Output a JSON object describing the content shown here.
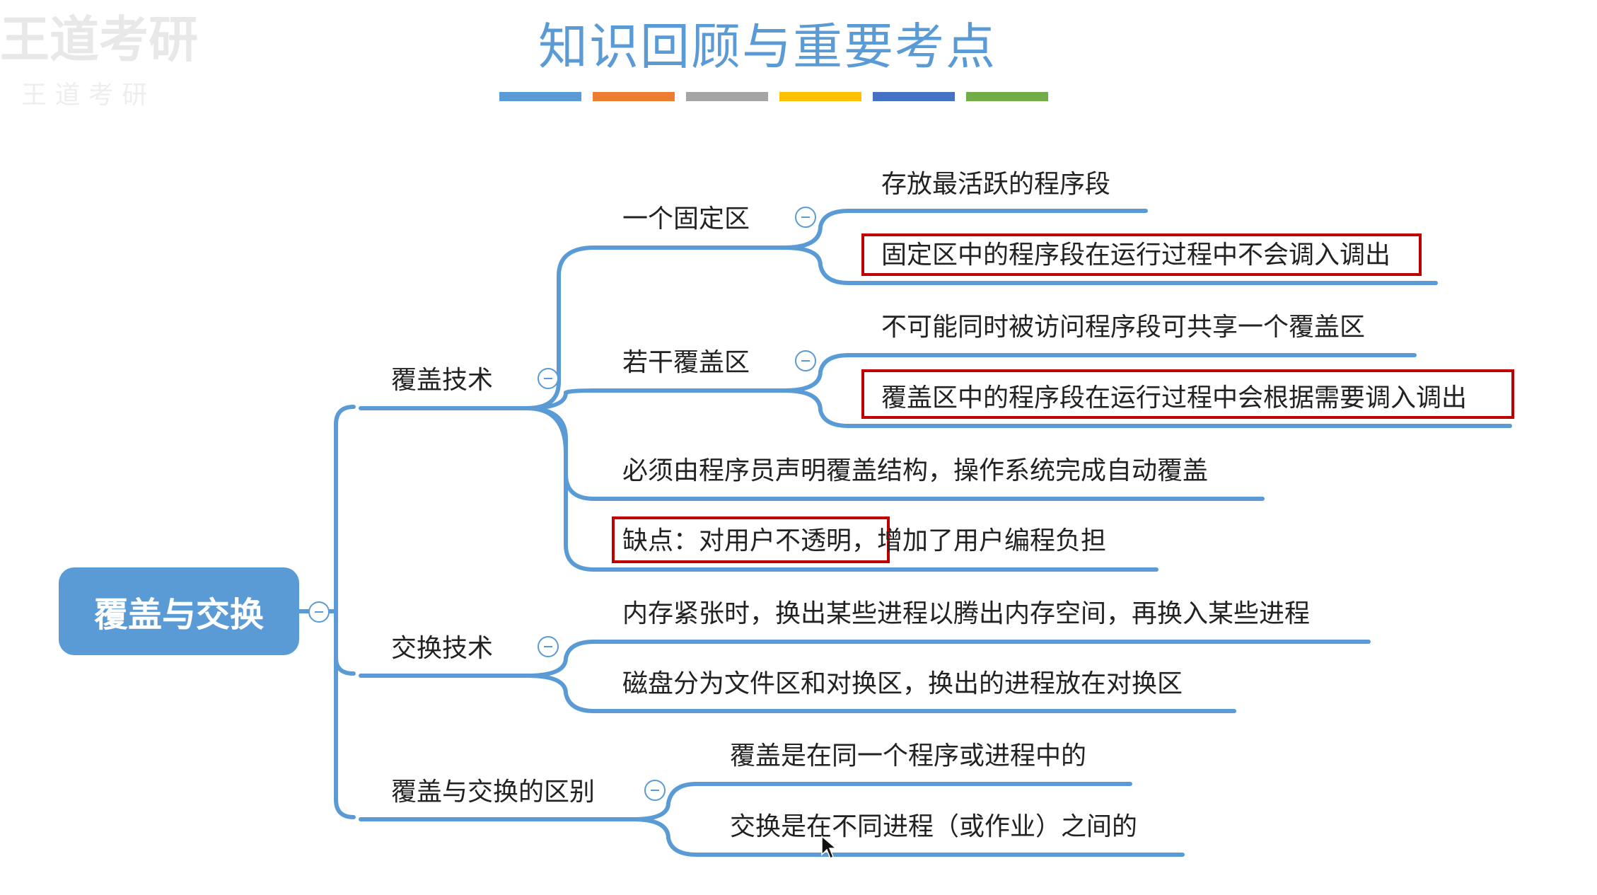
{
  "title": "知识回顾与重要考点",
  "accent_bars": [
    "#5b9bd5",
    "#ed7d31",
    "#a5a5a5",
    "#ffc000",
    "#4472c4",
    "#70ad47"
  ],
  "watermark": {
    "line1": "王道考研",
    "line2": "王 道 考 研"
  },
  "root": "覆盖与交换",
  "branches": {
    "overlay": {
      "label": "覆盖技术",
      "fixed": {
        "label": "一个固定区",
        "items": [
          "存放最活跃的程序段",
          "固定区中的程序段在运行过程中不会调入调出"
        ]
      },
      "overlay_areas": {
        "label": "若干覆盖区",
        "items": [
          "不可能同时被访问程序段可共享一个覆盖区",
          "覆盖区中的程序段在运行过程中会根据需要调入调出"
        ]
      },
      "declare": "必须由程序员声明覆盖结构，操作系统完成自动覆盖",
      "drawback_highlight": "缺点：对用户不透明，",
      "drawback_rest": "增加了用户编程负担"
    },
    "swap": {
      "label": "交换技术",
      "items": [
        "内存紧张时，换出某些进程以腾出内存空间，再换入某些进程",
        "磁盘分为文件区和对换区，换出的进程放在对换区"
      ]
    },
    "diff": {
      "label": "覆盖与交换的区别",
      "items": [
        "覆盖是在同一个程序或进程中的",
        "交换是在不同进程（或作业）之间的"
      ]
    }
  }
}
